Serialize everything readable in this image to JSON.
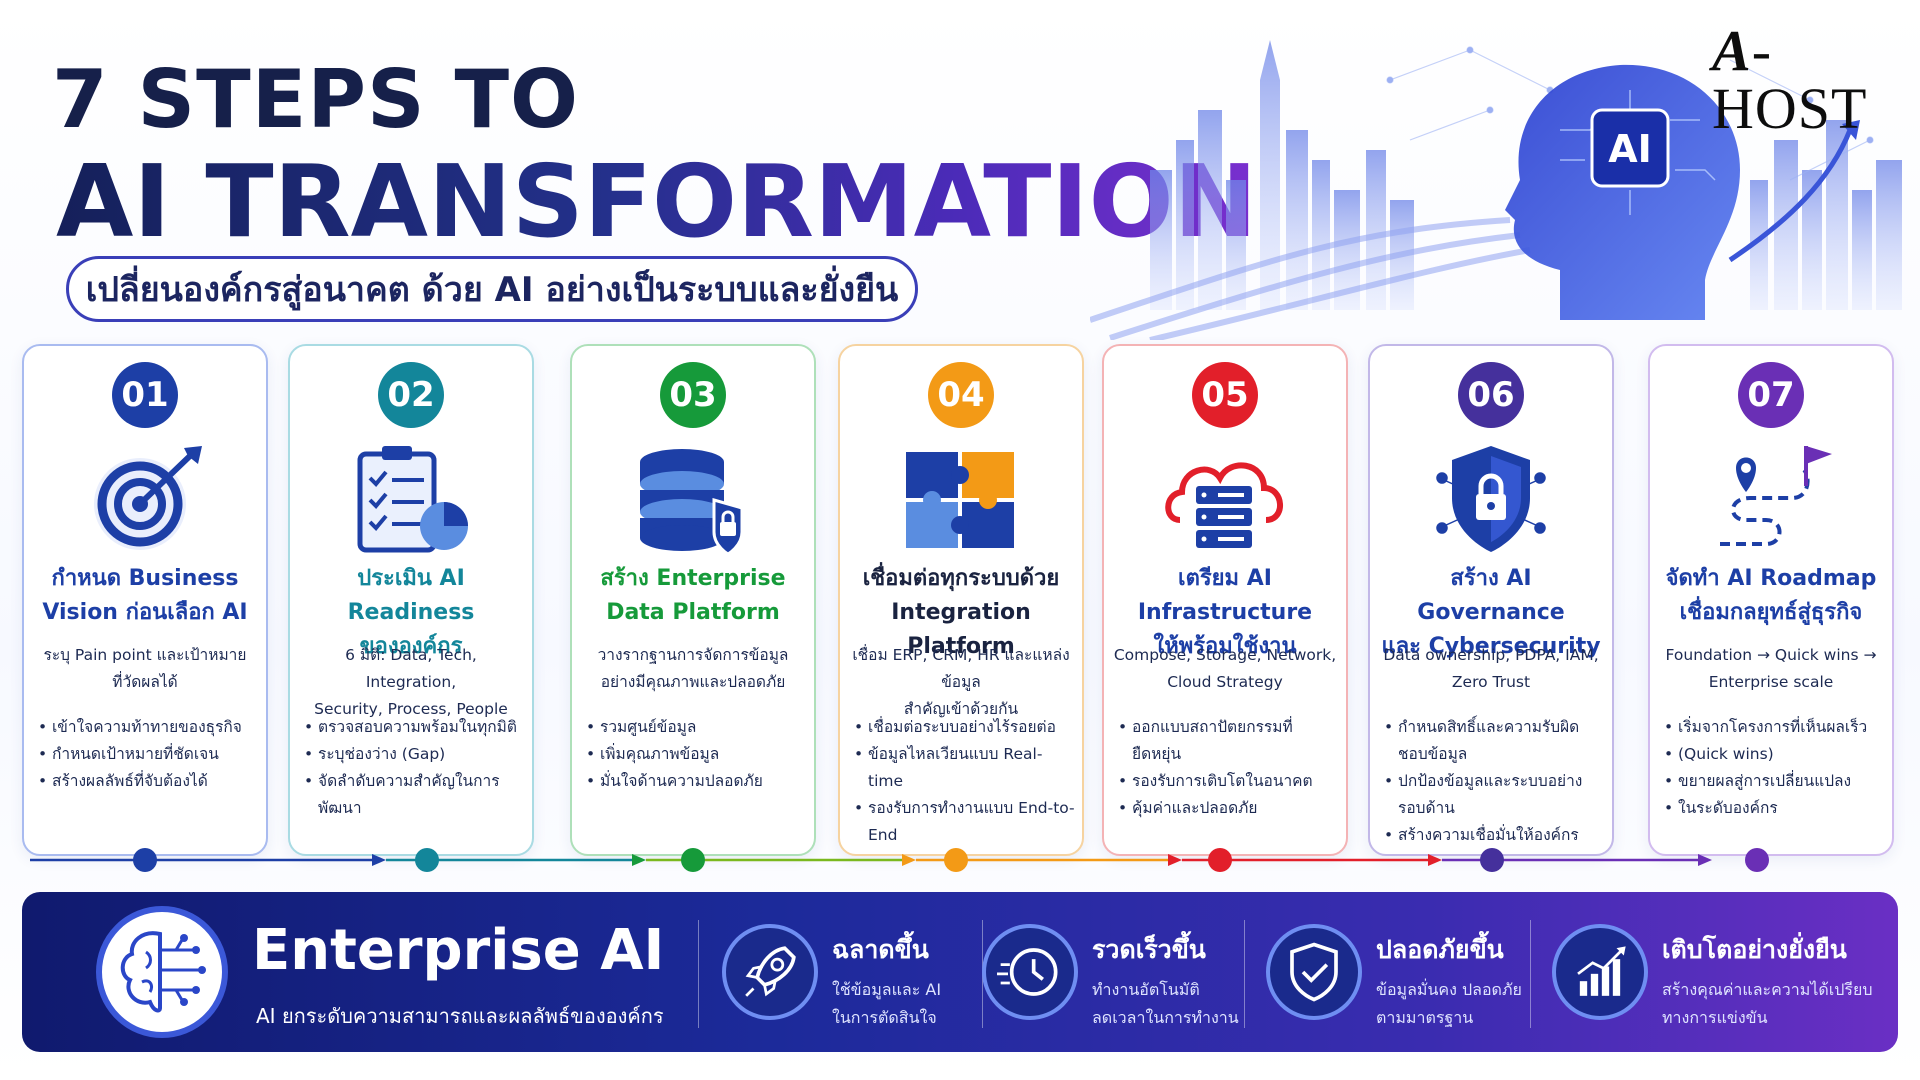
{
  "header": {
    "title_line1": "7 STEPS TO",
    "title_line2": "AI TRANSFORMATION",
    "subtitle": "เปลี่ยนองค์กรสู่อนาคต ด้วย AI อย่างเป็นระบบและยั่งยืน",
    "hero_badge": "AI",
    "logo_a": "A",
    "logo_rest": "-HOST"
  },
  "colors": {
    "navy": "#16204a",
    "step1": "#1d3fa6",
    "step2": "#13869a",
    "step3": "#169a3a",
    "step4": "#f39a16",
    "step5": "#e21f2a",
    "step6": "#45309c",
    "step7": "#6a2fb5"
  },
  "steps": [
    {
      "num": "01",
      "title1": "กำหนด Business",
      "title2": "Vision ก่อนเลือก AI",
      "desc1": "ระบุ Pain point และเป้าหมาย",
      "desc2": "ที่วัดผลได้",
      "bullets": [
        "เข้าใจความท้าทายของธุรกิจ",
        "กำหนดเป้าหมายที่ชัดเจน",
        "สร้างผลลัพธ์ที่จับต้องได้"
      ],
      "icon": "target-icon"
    },
    {
      "num": "02",
      "title1": "ประเมิน AI Readiness",
      "title2": "ขององค์กร",
      "desc1": "6 มิติ: Data, Tech, Integration,",
      "desc2": "Security, Process, People",
      "bullets": [
        "ตรวจสอบความพร้อมในทุกมิติ",
        "ระบุช่องว่าง (Gap)",
        "จัดลำดับความสำคัญในการพัฒนา"
      ],
      "icon": "checklist-icon"
    },
    {
      "num": "03",
      "title1": "สร้าง Enterprise",
      "title2": "Data Platform",
      "desc1": "วางรากฐานการจัดการข้อมูล",
      "desc2": "อย่างมีคุณภาพและปลอดภัย",
      "bullets": [
        "รวมศูนย์ข้อมูล",
        "เพิ่มคุณภาพข้อมูล",
        "มั่นใจด้านความปลอดภัย"
      ],
      "icon": "database-lock-icon"
    },
    {
      "num": "04",
      "title1": "เชื่อมต่อทุกระบบด้วย",
      "title2": "Integration Platform",
      "desc1": "เชื่อม ERP, CRM, HR และแหล่งข้อมูล",
      "desc2": "สำคัญเข้าด้วยกัน",
      "bullets": [
        "เชื่อมต่อระบบอย่างไร้รอยต่อ",
        "ข้อมูลไหลเวียนแบบ Real-time",
        "รองรับการทำงานแบบ End-to-End"
      ],
      "icon": "puzzle-icon"
    },
    {
      "num": "05",
      "title1": "เตรียม AI Infrastructure",
      "title2": "ให้พร้อมใช้งาน",
      "desc1": "Compose, Storage, Network,",
      "desc2": "Cloud Strategy",
      "bullets": [
        "ออกแบบสถาปัตยกรรมที่ยืดหยุ่น",
        "รองรับการเติบโตในอนาคต",
        "คุ้มค่าและปลอดภัย"
      ],
      "icon": "cloud-server-icon"
    },
    {
      "num": "06",
      "title1": "สร้าง AI Governance",
      "title2": "และ Cybersecurity",
      "desc1": "Data ownership, PDPA, IAM,",
      "desc2": "Zero Trust",
      "bullets": [
        "กำหนดสิทธิ์และความรับผิดชอบข้อมูล",
        "ปกป้องข้อมูลและระบบอย่างรอบด้าน",
        "สร้างความเชื่อมั่นให้องค์กร"
      ],
      "icon": "shield-lock-icon"
    },
    {
      "num": "07",
      "title1": "จัดทำ AI Roadmap",
      "title2": "เชื่อมกลยุทธ์สู่ธุรกิจ",
      "desc1": "Foundation → Quick wins →",
      "desc2": "Enterprise scale",
      "bullets": [
        "เริ่มจากโครงการที่เห็นผลเร็ว",
        "(Quick wins)",
        "ขยายผลสู่การเปลี่ยนแปลง",
        "ในระดับองค์กร"
      ],
      "icon": "roadmap-flag-icon"
    }
  ],
  "footer": {
    "title": "Enterprise AI",
    "subtitle": "AI ยกระดับความสามารถและผลลัพธ์ขององค์กร",
    "features": [
      {
        "title": "ฉลาดขึ้น",
        "line1": "ใช้ข้อมูลและ AI",
        "line2": "ในการตัดสินใจ",
        "icon": "rocket-icon"
      },
      {
        "title": "รวดเร็วขึ้น",
        "line1": "ทำงานอัตโนมัติ",
        "line2": "ลดเวลาในการทำงาน",
        "icon": "clock-icon"
      },
      {
        "title": "ปลอดภัยขึ้น",
        "line1": "ข้อมูลมั่นคง ปลอดภัย",
        "line2": "ตามมาตรฐาน",
        "icon": "shield-check-icon"
      },
      {
        "title": "เติบโตอย่างยั่งยืน",
        "line1": "สร้างคุณค่าและความได้เปรียบ",
        "line2": "ทางการแข่งขัน",
        "icon": "growth-chart-icon"
      }
    ]
  }
}
